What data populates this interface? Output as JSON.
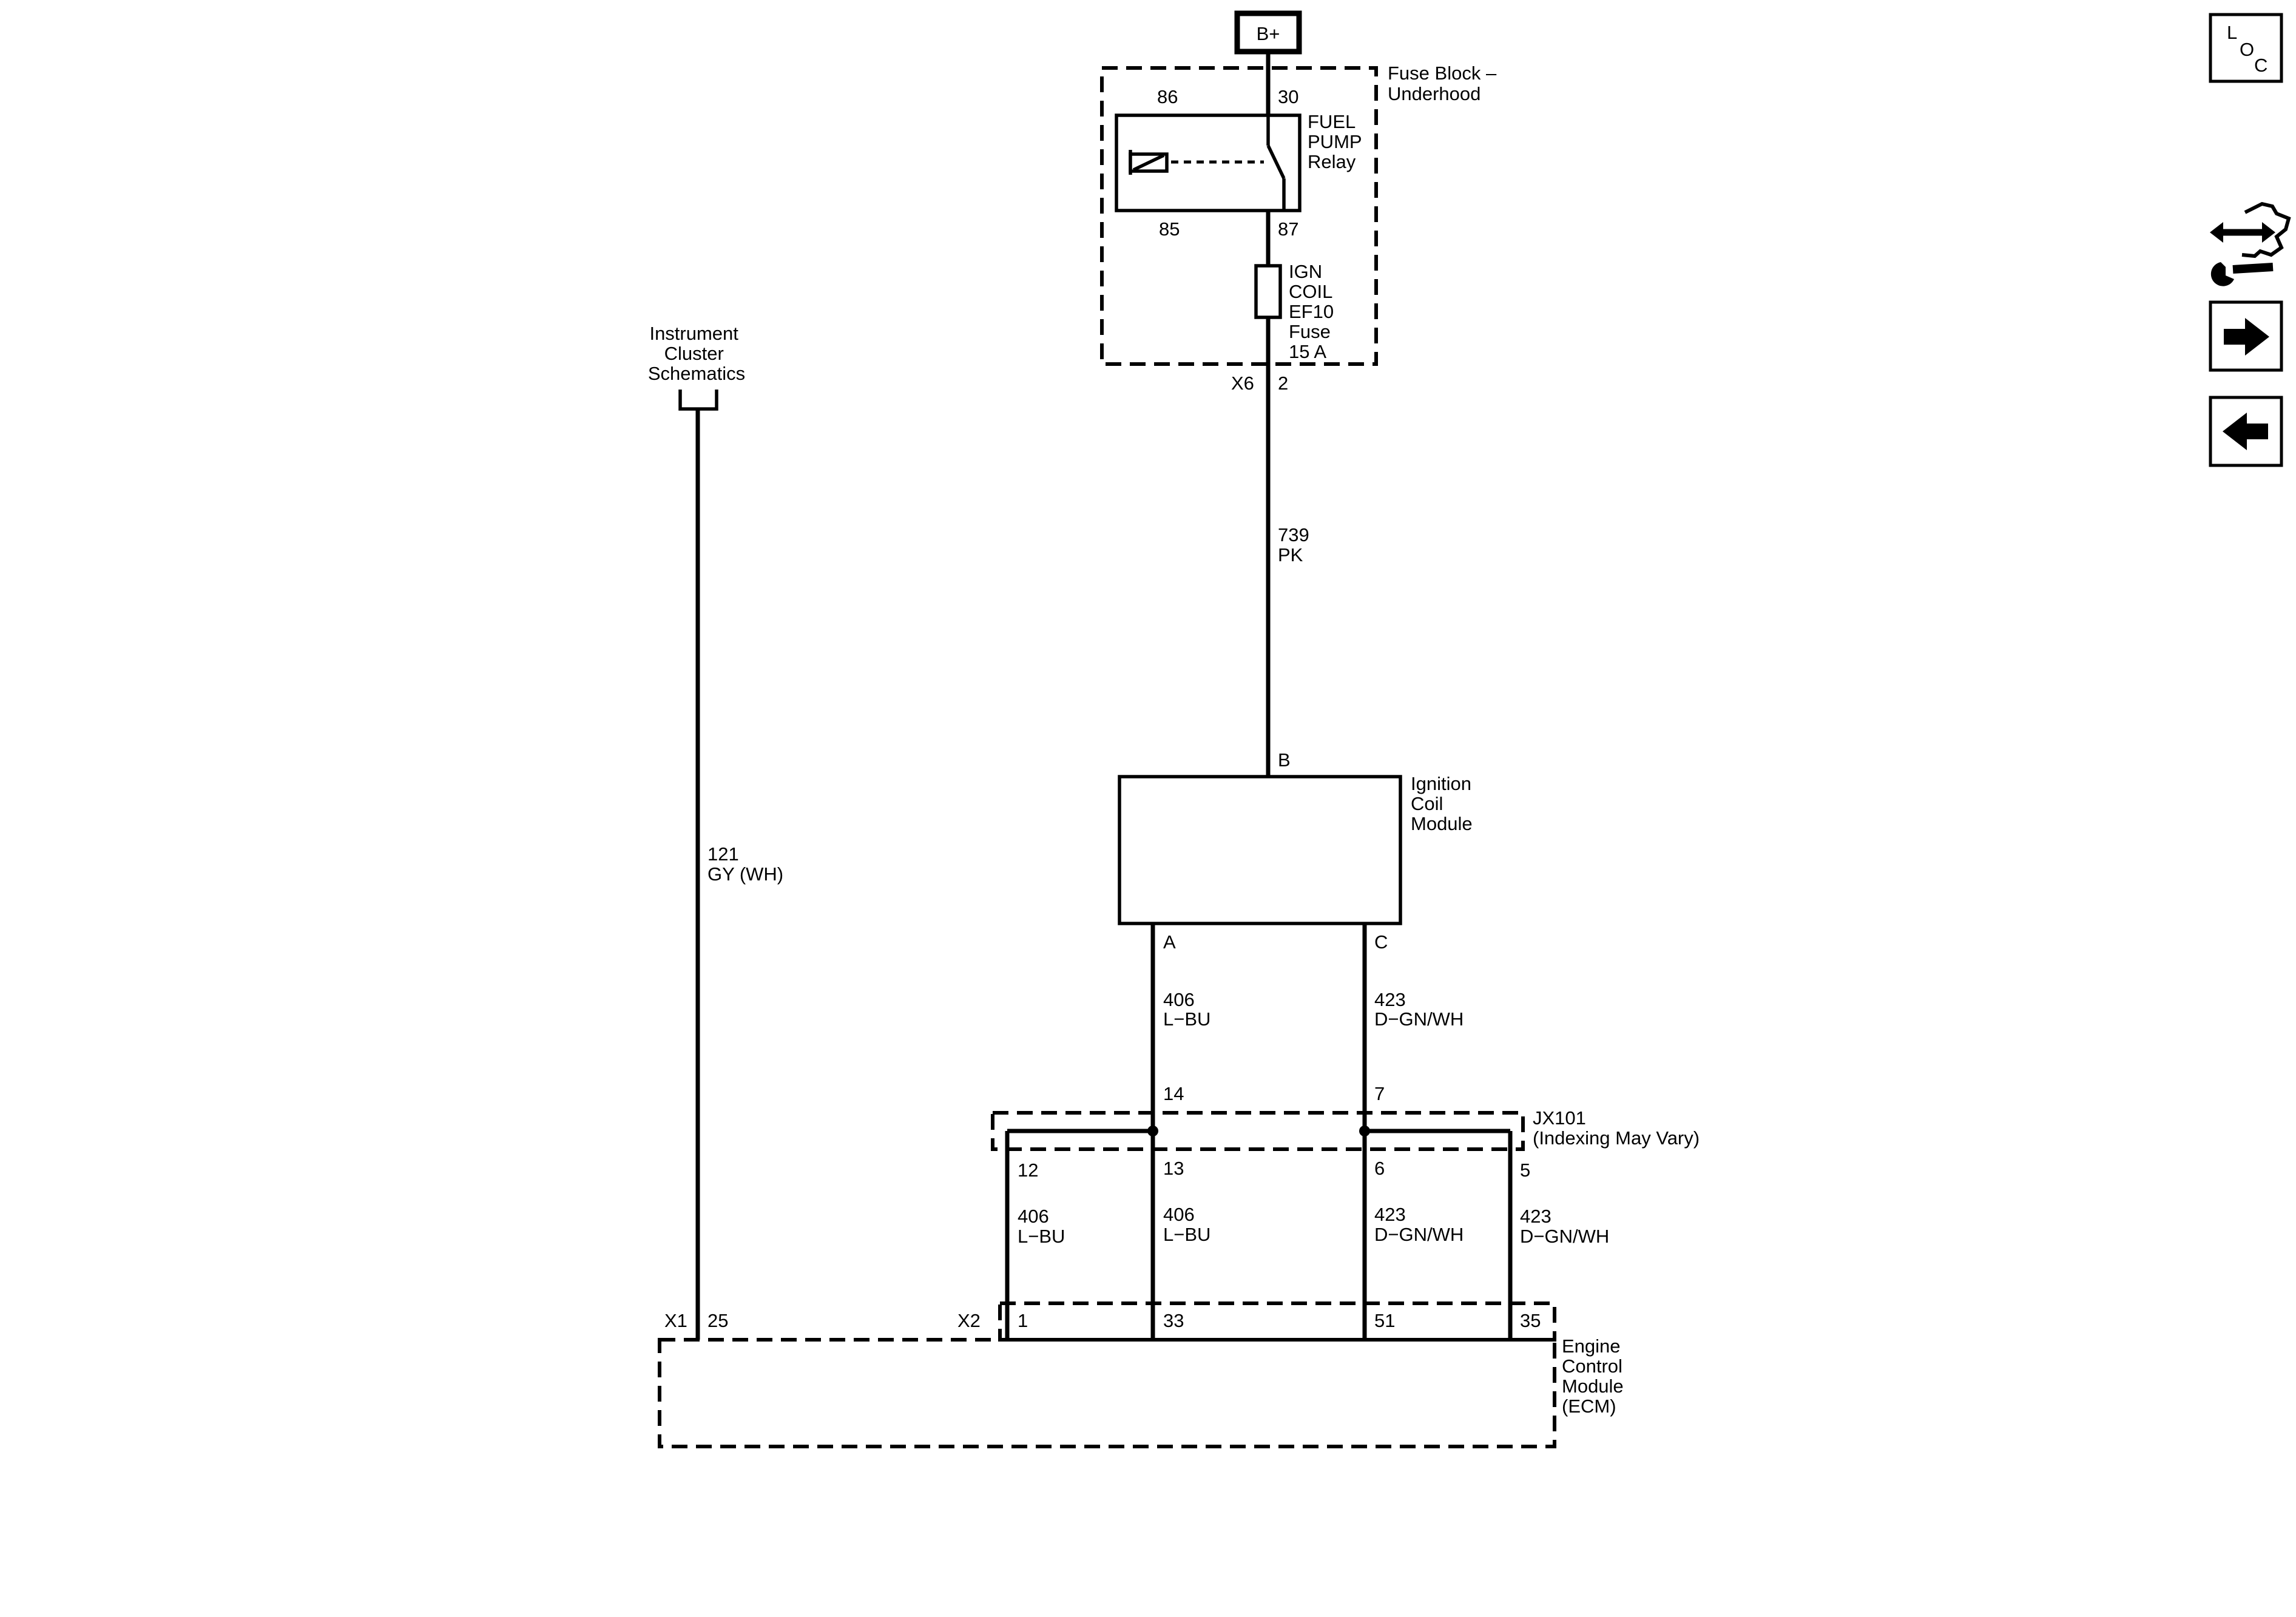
{
  "power": {
    "source": "B+"
  },
  "fuse_block": {
    "title_lines": [
      "Fuse Block –",
      "Underhood"
    ],
    "relay": {
      "name_lines": [
        "FUEL",
        "PUMP",
        "Relay"
      ],
      "pins": {
        "p86": "86",
        "p30": "30",
        "p85": "85",
        "p87": "87"
      }
    },
    "fuse": {
      "label_lines": [
        "IGN",
        "COIL",
        "EF10",
        "Fuse",
        "15 A"
      ]
    },
    "connector": {
      "name": "X6",
      "pin": "2"
    }
  },
  "wire_739": {
    "circuit": "739",
    "color": "PK"
  },
  "instrument_cluster": {
    "label_lines": [
      "Instrument",
      "Cluster",
      "Schematics"
    ],
    "wire": {
      "circuit": "121",
      "color": "GY (WH)"
    }
  },
  "ignition_coil_module": {
    "name_lines": [
      "Ignition",
      "Coil",
      "Module"
    ],
    "pin_b": "B",
    "pin_a": "A",
    "pin_c": "C"
  },
  "wire_406_upper": {
    "circuit": "406",
    "color": "L−BU"
  },
  "wire_423_upper": {
    "circuit": "423",
    "color": "D−GN/WH"
  },
  "splice_jx101": {
    "name_lines": [
      "JX101",
      "(Indexing May Vary)"
    ],
    "pins": {
      "p14": "14",
      "p7": "7",
      "p12": "12",
      "p13": "13",
      "p6": "6",
      "p5": "5"
    }
  },
  "lower_wires": [
    {
      "circuit": "406",
      "color": "L−BU"
    },
    {
      "circuit": "406",
      "color": "L−BU"
    },
    {
      "circuit": "423",
      "color": "D−GN/WH"
    },
    {
      "circuit": "423",
      "color": "D−GN/WH"
    }
  ],
  "ecm": {
    "name_lines": [
      "Engine",
      "Control",
      "Module",
      "(ECM)"
    ],
    "x1": {
      "name": "X1",
      "pin": "25"
    },
    "x2": {
      "name": "X2",
      "pins": [
        "1",
        "33",
        "51",
        "35"
      ]
    }
  },
  "side_nav": {
    "loc": [
      "L",
      "O",
      "C"
    ],
    "buttons": [
      "loc-button",
      "connector-service-icon",
      "next-arrow-icon",
      "back-arrow-icon"
    ]
  }
}
